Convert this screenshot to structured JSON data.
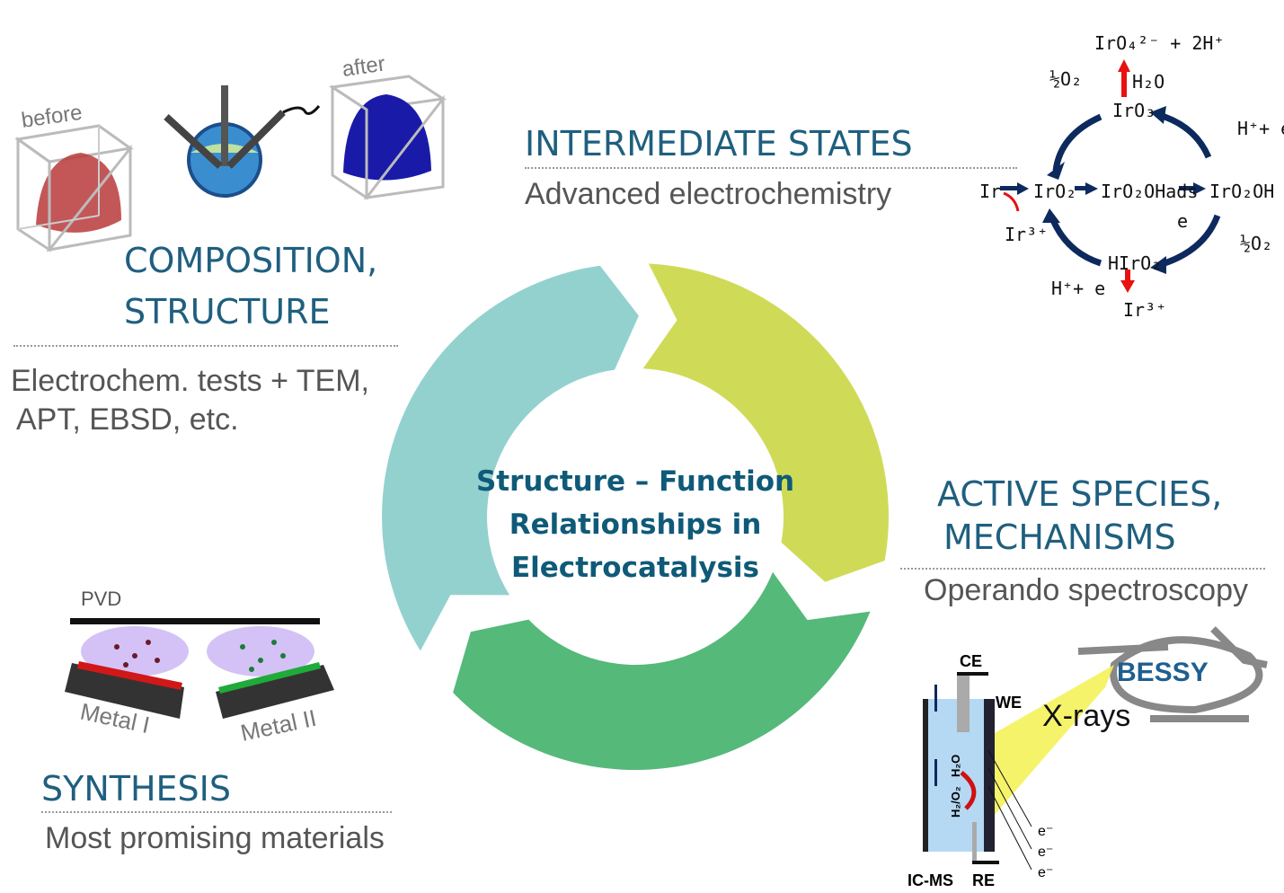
{
  "center_title": [
    "Structure – Function",
    "Relationships in",
    "Electrocatalysis"
  ],
  "colors": {
    "teal": "#93d1cf",
    "lime": "#cfdb57",
    "green": "#55b97a",
    "heading": "#1f5f7f",
    "navy": "#0d2a5e",
    "red": "#e81010"
  },
  "cycle_order": [
    "synthesis",
    "composition",
    "intermediate",
    "active"
  ],
  "composition": {
    "title_line1": "COMPOSITION,",
    "title_line2": "STRUCTURE",
    "subtitle_line1": "Electrochem. tests + TEM,",
    "subtitle_line2": "APT, EBSD, etc.",
    "before_label": "before",
    "after_label": "after"
  },
  "intermediate": {
    "title": "INTERMEDIATE STATES",
    "subtitle": "Advanced electrochemistry"
  },
  "active": {
    "title_line1": "ACTIVE SPECIES,",
    "title_line2": "MECHANISMS",
    "subtitle": "Operando spectroscopy"
  },
  "synthesis": {
    "title": "SYNTHESIS",
    "subtitle": "Most promising materials",
    "pvd_label": "PVD",
    "metal1_label": "Metal I",
    "metal2_label": "Metal II"
  },
  "scheme": {
    "ir": "Ir",
    "iro2": "IrO₂",
    "iro2oh_ads": "IrO₂OHads",
    "iro2oh": "IrO₂OH",
    "iro3": "IrO₃",
    "iro4": "IrO₄²⁻ + 2H⁺",
    "h2o": "H₂O",
    "half_o2_a": "½O₂",
    "half_o2_b": "½O₂",
    "hplus_e_a": "H⁺+ e",
    "hplus_e_b": "H⁺+ e",
    "e": "e",
    "hiro2": "HIrO₂",
    "ir3_a": "Ir³⁺",
    "ir3_b": "Ir³⁺"
  },
  "cell": {
    "ce": "CE",
    "we": "WE",
    "re": "RE",
    "icms": "IC-MS",
    "xrays": "X-rays",
    "bessy": "BESSY",
    "h2o": "H₂O",
    "h2o2": "H₂/O₂",
    "electron": "e⁻"
  }
}
